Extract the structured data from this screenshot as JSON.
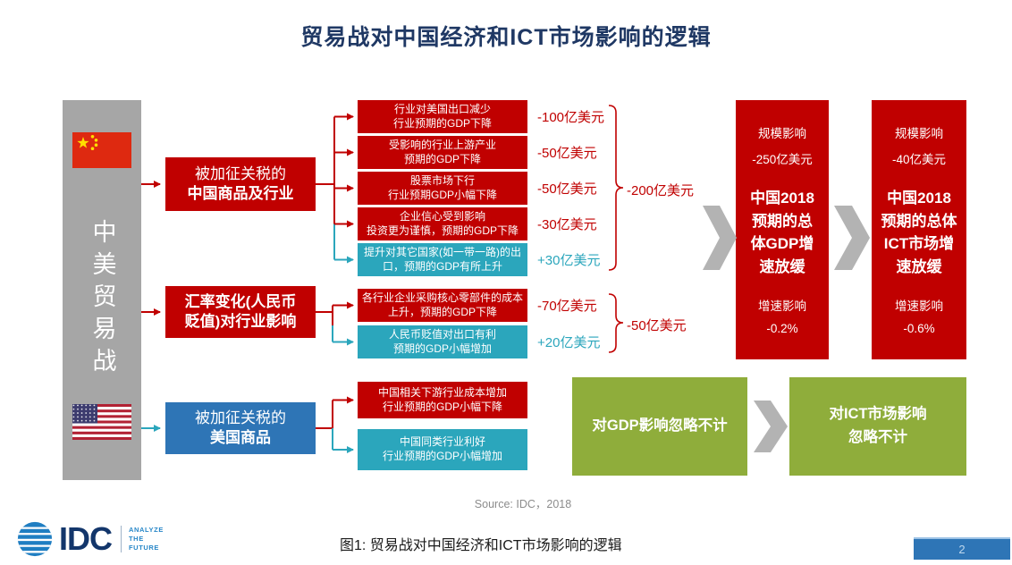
{
  "header": {
    "title": "贸易战对中国经济和ICT市场影响的逻辑"
  },
  "left_bar": {
    "label": "中美贸易战"
  },
  "tariff_china": {
    "label_line1": "被加征关税的",
    "label_line2": "中国商品及行业",
    "effects": [
      {
        "text": "行业对美国出口减少\n行业预期的GDP下降",
        "amount": "-100亿美元"
      },
      {
        "text": "受影响的行业上游产业\n预期的GDP下降",
        "amount": "-50亿美元"
      },
      {
        "text": "股票市场下行\n行业预期GDP小幅下降",
        "amount": "-50亿美元"
      },
      {
        "text": "企业信心受到影响\n投资更为谨慎，预期的GDP下降",
        "amount": "-30亿美元"
      },
      {
        "text": "提升对其它国家(如一带一路)的出\n口，预期的GDP有所上升",
        "amount": "+30亿美元"
      }
    ],
    "total": "-200亿美元"
  },
  "exchange_rate": {
    "label_line1": "汇率变化(人民币",
    "label_line2": "贬值)对行业影响",
    "effects": [
      {
        "text": "各行业企业采购核心零部件的成本\n上升，预期的GDP下降",
        "amount": "-70亿美元"
      },
      {
        "text": "人民币贬值对出口有利\n预期的GDP小幅增加",
        "amount": "+20亿美元"
      }
    ],
    "total": "-50亿美元"
  },
  "tariff_us": {
    "label_line1": "被加征关税的",
    "label_line2": "美国商品",
    "effects": [
      {
        "text": "中国相关下游行业成本增加\n行业预期的GDP小幅下降"
      },
      {
        "text": "中国同类行业利好\n行业预期的GDP小幅增加"
      }
    ]
  },
  "gdp_impact": {
    "scale_label": "规模影响",
    "scale_value": "-250亿美元",
    "main": "中国2018\n预期的总\n体GDP增\n速放缓",
    "growth_label": "增速影响",
    "growth_value": "-0.2%"
  },
  "ict_impact": {
    "scale_label": "规模影响",
    "scale_value": "-40亿美元",
    "main": "中国2018\n预期的总体\nICT市场增\n速放缓",
    "growth_label": "增速影响",
    "growth_value": "-0.6%"
  },
  "gdp_negligible": {
    "label": "对GDP影响忽略不计"
  },
  "ict_negligible": {
    "label": "对ICT市场影响\n忽略不计"
  },
  "footer": {
    "source": "Source: IDC，2018",
    "caption": "图1: 贸易战对中国经济和ICT市场影响的逻辑",
    "page_number": "2"
  },
  "logo": {
    "text": "IDC",
    "tagline": "ANALYZE\nTHE\nFUTURE"
  },
  "colors": {
    "red": "#C00000",
    "teal": "#2BA6BC",
    "blue": "#2E75B6",
    "green": "#8FAD3B",
    "gray_bar": "#A6A6A6",
    "navy": "#1F3864"
  }
}
